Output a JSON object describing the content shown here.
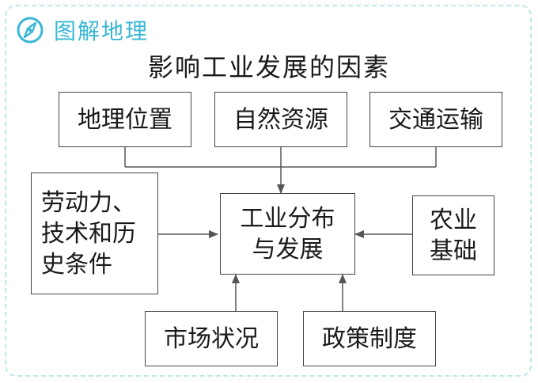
{
  "logo": {
    "text": "图解地理",
    "icon": "compass-circle-icon",
    "color": "#38b7d6"
  },
  "title": "影响工业发展的因素",
  "center": [
    "工业分布",
    "与发展"
  ],
  "top_factors": [
    "地理位置",
    "自然资源",
    "交通运输"
  ],
  "left_factor": [
    "劳动力、",
    "技术和历",
    "史条件"
  ],
  "right_factor": [
    "农业",
    "基础"
  ],
  "bottom_factors": [
    "市场状况",
    "政策制度"
  ]
}
